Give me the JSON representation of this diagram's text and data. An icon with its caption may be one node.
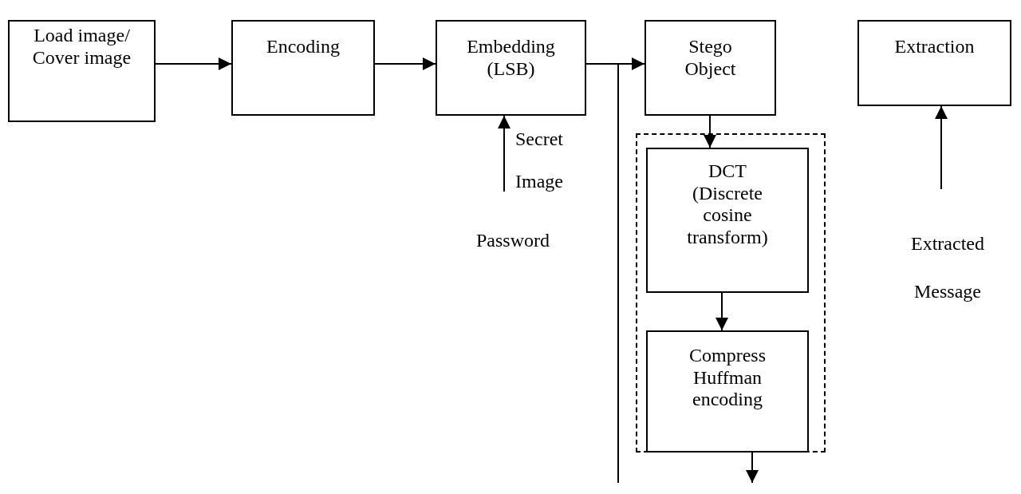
{
  "diagram": {
    "nodes": [
      {
        "text": [
          "Load image/ Cover image"
        ]
      },
      {
        "text": [
          "Encoding"
        ]
      },
      {
        "text": [
          "Embedding (LSB)"
        ]
      },
      {
        "text": [
          "Stego Object"
        ]
      },
      {
        "text": [
          "Extraction"
        ]
      },
      {
        "text": [
          "Secret Image"
        ]
      },
      {
        "text": [],
        "shape": "box"
      },
      {
        "text": [
          "DCT (Discrete cosine transform)"
        ],
        "in": 6
      },
      {
        "text": [
          "Compress Huffman encoding"
        ],
        "in": 6
      },
      {
        "text": [
          "Extracted Message"
        ]
      }
    ],
    "edges": [
      {
        "from": 0,
        "to": 1,
        "arrow": "to"
      },
      {
        "from": 1,
        "to": 2,
        "arrow": "to"
      },
      {
        "from": 2,
        "to": 3,
        "arrow": "to"
      },
      {
        "from": 2,
        "to": null,
        "arrow": "none"
      },
      {
        "from": 5,
        "to": 2,
        "arrow": "to"
      },
      {
        "from": 3,
        "to": 7,
        "arrow": "to"
      },
      {
        "from": 7,
        "to": 8,
        "arrow": "to"
      },
      {
        "from": 8,
        "to": null,
        "arrow": "to"
      },
      {
        "from": 9,
        "to": 4,
        "arrow": "to"
      }
    ],
    "labels": [
      "Password"
    ]
  }
}
